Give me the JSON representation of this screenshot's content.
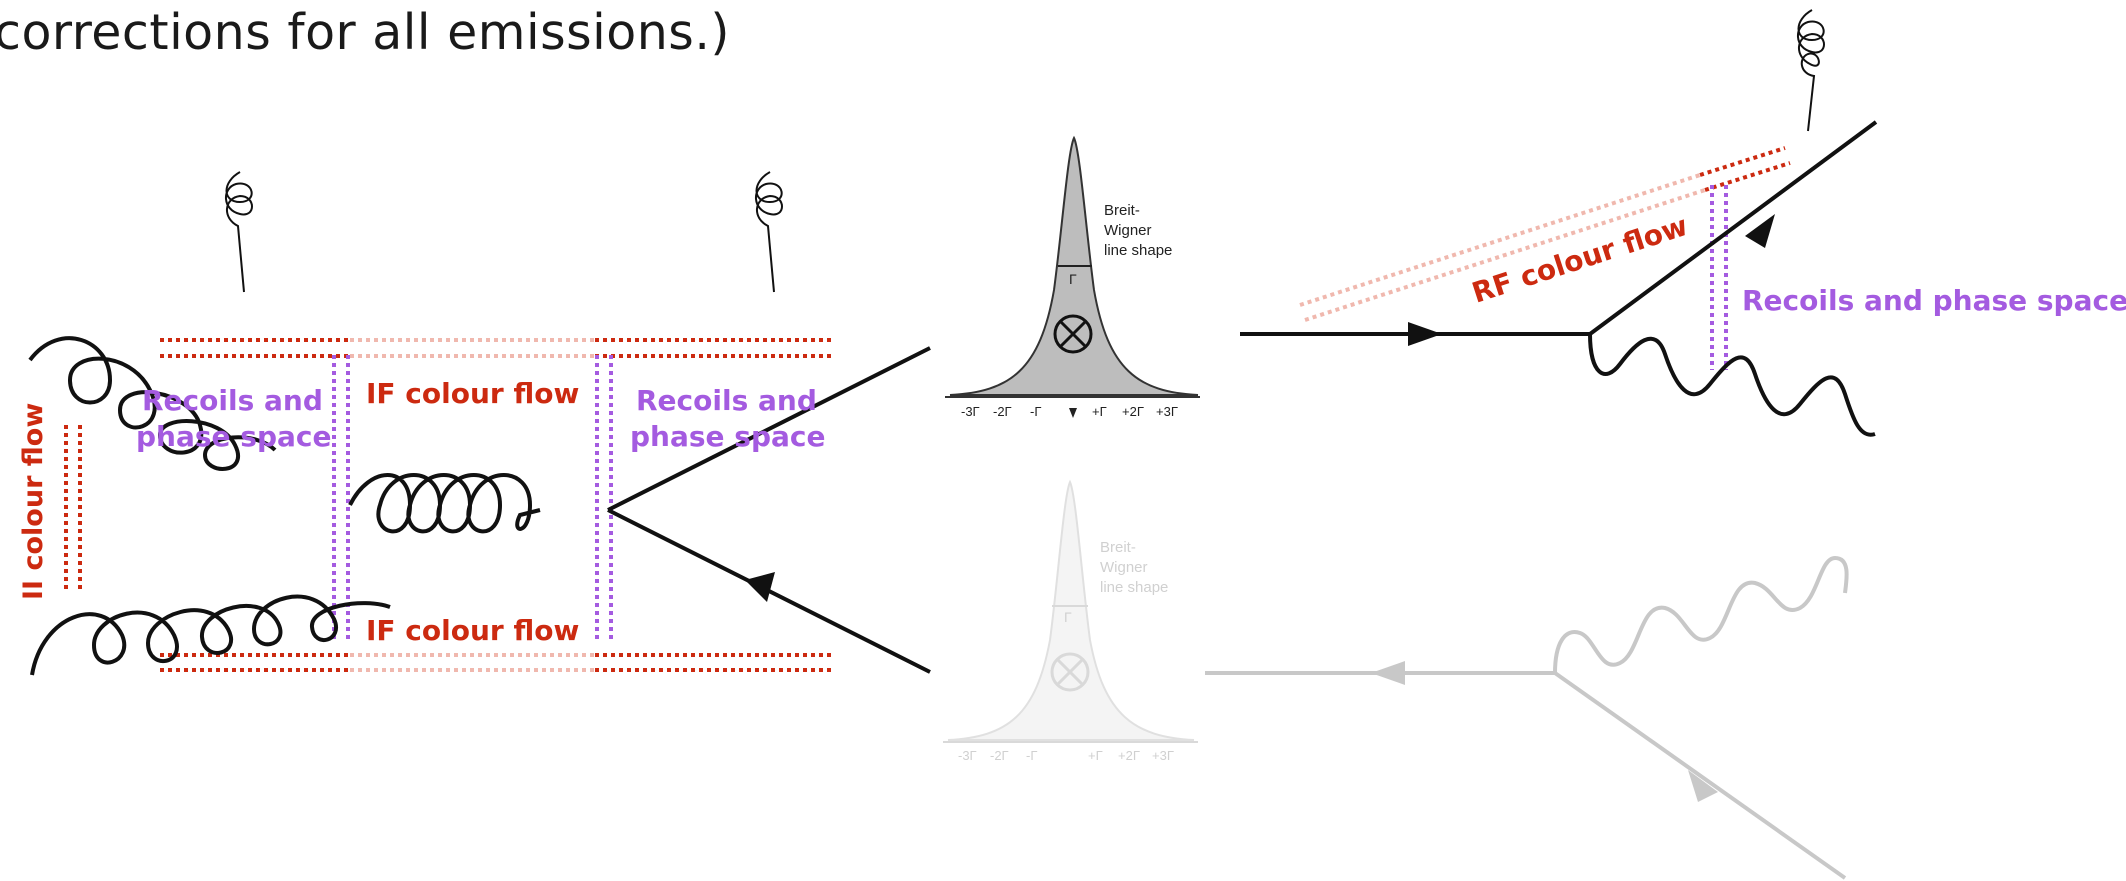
{
  "header": {
    "text": "corrections for all emissions.)"
  },
  "colors": {
    "colour_flow": "#cc2a10",
    "colour_flow_faded": "#f0b8ae",
    "recoil": "#a45be0",
    "line_dark": "#111111",
    "line_faded": "#c8c8c8",
    "peak_fill": "#bdbdbd",
    "peak_fill_faded": "#ececec"
  },
  "diagram": {
    "labels": {
      "ii_colour_flow": "II colour flow",
      "if_colour_flow_top": "IF colour flow",
      "if_colour_flow_bottom": "IF colour flow",
      "recoils_left_1": "Recoils and",
      "recoils_left_2": "phase space",
      "recoils_mid_1": "Recoils and",
      "recoils_mid_2": "phase space",
      "rf_colour_flow": "RF colour flow",
      "recoils_right": "Recoils and phase space"
    },
    "breit_wigner_top": {
      "label_1": "Breit-",
      "label_2": "Wigner",
      "label_3": "line shape",
      "width_symbol": "Γ",
      "ticks": [
        "-3Γ",
        "-2Γ",
        "-Γ",
        "+Γ",
        "+2Γ",
        "+3Γ"
      ]
    },
    "breit_wigner_bottom": {
      "label_1": "Breit-",
      "label_2": "Wigner",
      "label_3": "line shape",
      "width_symbol": "Γ",
      "ticks": [
        "-3Γ",
        "-2Γ",
        "-Γ",
        "+Γ",
        "+2Γ",
        "+3Γ"
      ]
    }
  }
}
